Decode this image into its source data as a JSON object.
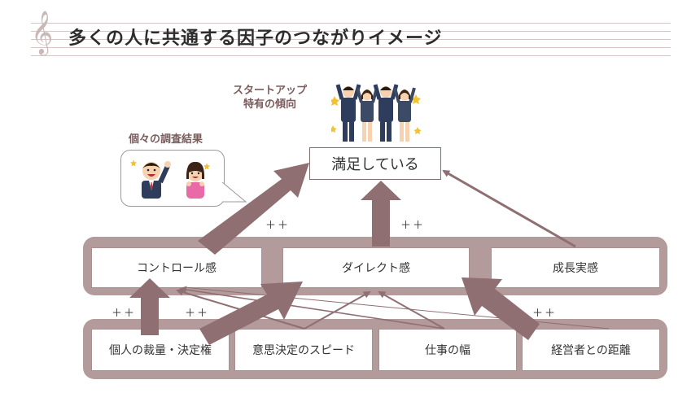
{
  "title": "多くの人に共通する因子のつながりイメージ",
  "startup_label_line1": "スタートアップ",
  "startup_label_line2": "特有の傾向",
  "survey_label": "個々の調査結果",
  "top_node": "満足している",
  "middle_nodes": [
    "コントロール感",
    "ダイレクト感",
    "成長実感"
  ],
  "bottom_nodes": [
    "個人の裁量・決定権",
    "意思決定のスピード",
    "仕事の幅",
    "経営者との距離"
  ],
  "plus_marks": [
    "＋＋",
    "＋＋",
    "＋＋",
    "＋＋",
    "＋＋"
  ],
  "colors": {
    "arrow": "#8f6f72",
    "band": "#b39a9b",
    "label": "#7a5c5d",
    "suit": "#2f3d5c"
  },
  "icons": [
    "treble-clef-icon",
    "cheering-team-icon",
    "happy-man-icon",
    "happy-woman-icon"
  ]
}
